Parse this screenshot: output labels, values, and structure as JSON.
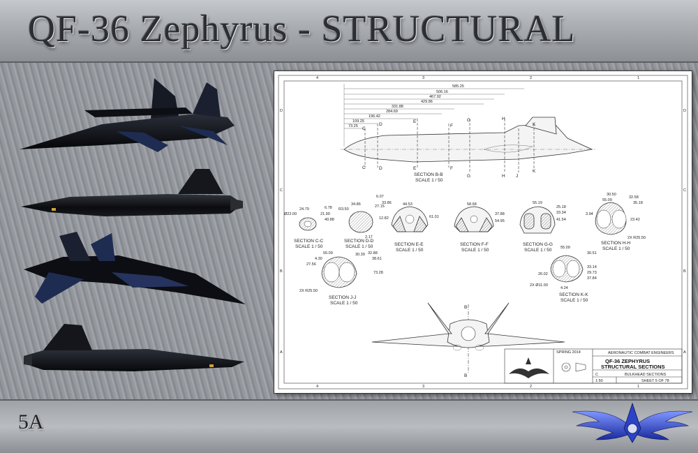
{
  "header": {
    "title": "QF-36 Zephyrus  - STRUCTURAL"
  },
  "footer": {
    "page_number": "5A"
  },
  "drawing": {
    "grid_top": [
      "4",
      "3",
      "2",
      "1"
    ],
    "grid_side": [
      "D",
      "C",
      "B",
      "A"
    ],
    "side_view": {
      "dimensions": [
        "585.25",
        "506.16",
        "467.92",
        "429.86",
        "331.88",
        "284.69",
        "196.42",
        "109.25",
        "73.25"
      ],
      "cut_labels": [
        "C",
        "D",
        "E",
        "F",
        "G",
        "H",
        "J",
        "K"
      ],
      "caption": "SECTION B-B",
      "scale": "SCALE 1 / 50"
    },
    "sections": [
      {
        "name": "SECTION C-C",
        "scale": "SCALE 1 / 50",
        "dims": [
          "24.79",
          "Ø22.00",
          "21.90",
          "40.88",
          "6.78"
        ]
      },
      {
        "name": "SECTION D-D",
        "scale": "SCALE 1 / 50",
        "dims": [
          "34.86",
          "R3.50",
          "27.15",
          "6.07",
          "2.17",
          "33.86"
        ]
      },
      {
        "name": "SECTION E-E",
        "scale": "SCALE 1 / 50",
        "dims": [
          "44.53",
          "61.01",
          "12.82"
        ]
      },
      {
        "name": "SECTION F-F",
        "scale": "SCALE 1 / 50",
        "dims": [
          "58.68",
          "37.88",
          "54.95"
        ]
      },
      {
        "name": "SECTION G-G",
        "scale": "SCALE 1 / 50",
        "dims": [
          "55.19",
          "25.18",
          "33.34",
          "41.54"
        ]
      },
      {
        "name": "SECTION H-H",
        "scale": "SCALE 1 / 50",
        "dims": [
          "30.50",
          "55.09",
          "32.58",
          "35.18",
          "23.42",
          "2X R25.50",
          "3.94"
        ]
      },
      {
        "name": "SECTION J-J",
        "scale": "SCALE 1 / 50",
        "dims": [
          "55.09",
          "30.39",
          "4.30",
          "27.56",
          "32.88",
          "38.61",
          "73.28",
          "2X R25.50"
        ]
      },
      {
        "name": "SECTION K-K",
        "scale": "SCALE 1 / 50",
        "dims": [
          "55.09",
          "30.51",
          "26.02",
          "33.14",
          "29.73",
          "37.84",
          "2X Ø11.00",
          "4.24"
        ]
      }
    ],
    "front_view_labels": [
      "B",
      "B"
    ],
    "title_block": {
      "company": "AERONAUTIC COMBAT ENGINEERS",
      "title_line1": "QF-36 ZEPHYRUS",
      "title_line2": "STRUCTURAL SECTIONS",
      "description": "BULKHEAD SECTIONS",
      "date": "SPRING 2014",
      "size": "C",
      "scale": "1:50",
      "sheet": "SHEET 5 OF 78"
    }
  },
  "colors": {
    "banner_text": "#2c2e31",
    "aircraft_dark": "#0d0f14",
    "aircraft_blue": "#1f2c52",
    "emblem_blue": "#2b43c9"
  }
}
